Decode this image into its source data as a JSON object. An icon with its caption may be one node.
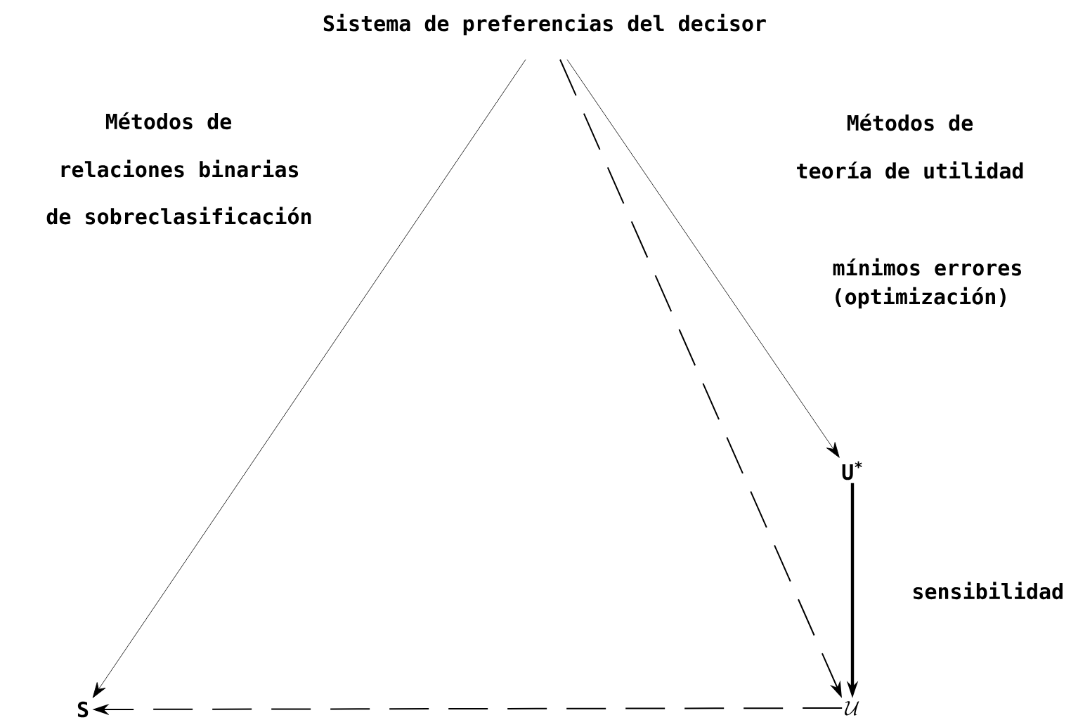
{
  "diagram": {
    "nodes": [
      {
        "text": [
          "Sistema de preferencias del decisor"
        ]
      },
      {
        "text": [
          "S"
        ]
      },
      {
        "text": [
          "U$^{*}$"
        ]
      },
      {
        "text": [
          "\\mathcal{U}"
        ]
      }
    ],
    "edges": [
      {
        "from": 0,
        "to": 1,
        "arrow": "to"
      },
      {
        "from": 0,
        "to": 2,
        "arrow": "to"
      },
      {
        "from": 0,
        "to": 3,
        "arrow": "to",
        "style": "dashed"
      },
      {
        "from": 2,
        "to": 3,
        "arrow": "to",
        "style": "thick",
        "label": "sensibilidad"
      },
      {
        "from": 3,
        "to": 1,
        "arrow": "to",
        "style": "dashed"
      }
    ],
    "labels": [
      "Métodos de",
      "relaciones binarias",
      "de sobreclasificación",
      "Métodos de",
      "teoría de utilidad",
      "mínimos errores",
      "(optimización)"
    ]
  }
}
